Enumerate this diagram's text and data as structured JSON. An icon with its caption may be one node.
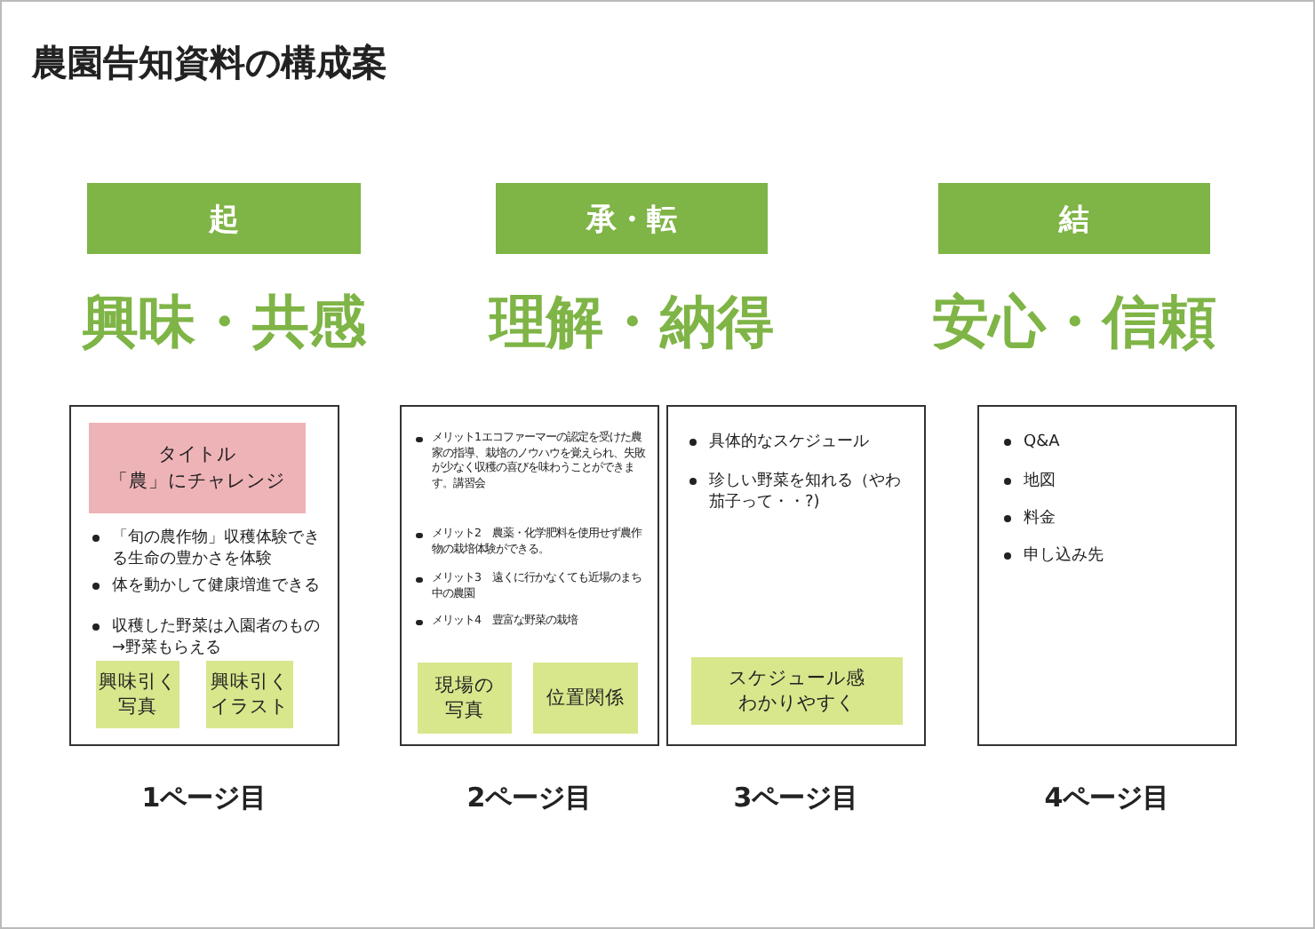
{
  "diagram": {
    "title": "農園告知資料の構成案",
    "nodes": [
      {
        "text": [
          "起"
        ],
        "beside": [
          "興味・共感"
        ]
      },
      {
        "text": [
          "承・転"
        ],
        "beside": [
          "理解・納得"
        ]
      },
      {
        "text": [
          "結"
        ],
        "beside": [
          "安心・信頼"
        ]
      },
      {
        "text": [
          "「旬の農作物」収穫体験できる生命の豊かさを体験",
          "体を動かして健康増進できる",
          "収穫した野菜は入園者のもの→野菜もらえる"
        ],
        "beside": [
          "1ページ目"
        ]
      },
      {
        "text": [
          "タイトル「農」にチャレンジ"
        ],
        "in": 3
      },
      {
        "text": [
          "興味引く写真"
        ],
        "in": 3
      },
      {
        "text": [
          "興味引くイラスト"
        ],
        "in": 3
      },
      {
        "text": [
          "メリット1エコファーマーの認定を受けた農家の指導、栽培のノウハウを覚えられ、失敗が少なく収穫の喜びを味わうことができます。講習会",
          "メリット2　農薬・化学肥料を使用せず農作物の栽培体験ができる。",
          "メリット3　遠くに行かなくても近場のまち中の農園",
          "メリット4　豊富な野菜の栽培"
        ],
        "beside": [
          "2ページ目"
        ]
      },
      {
        "text": [
          "現場の写真"
        ],
        "in": 7
      },
      {
        "text": [
          "位置関係"
        ],
        "in": 7
      },
      {
        "text": [
          "具体的なスケジュール",
          "珍しい野菜を知れる（やわ茄子って・・?)"
        ],
        "beside": [
          "3ページ目"
        ]
      },
      {
        "text": [
          "スケジュール感わかりやすく"
        ],
        "in": 10
      },
      {
        "text": [
          "Q&A",
          "地図",
          "料金",
          "申し込み先"
        ],
        "beside": [
          "4ページ目"
        ]
      }
    ]
  }
}
